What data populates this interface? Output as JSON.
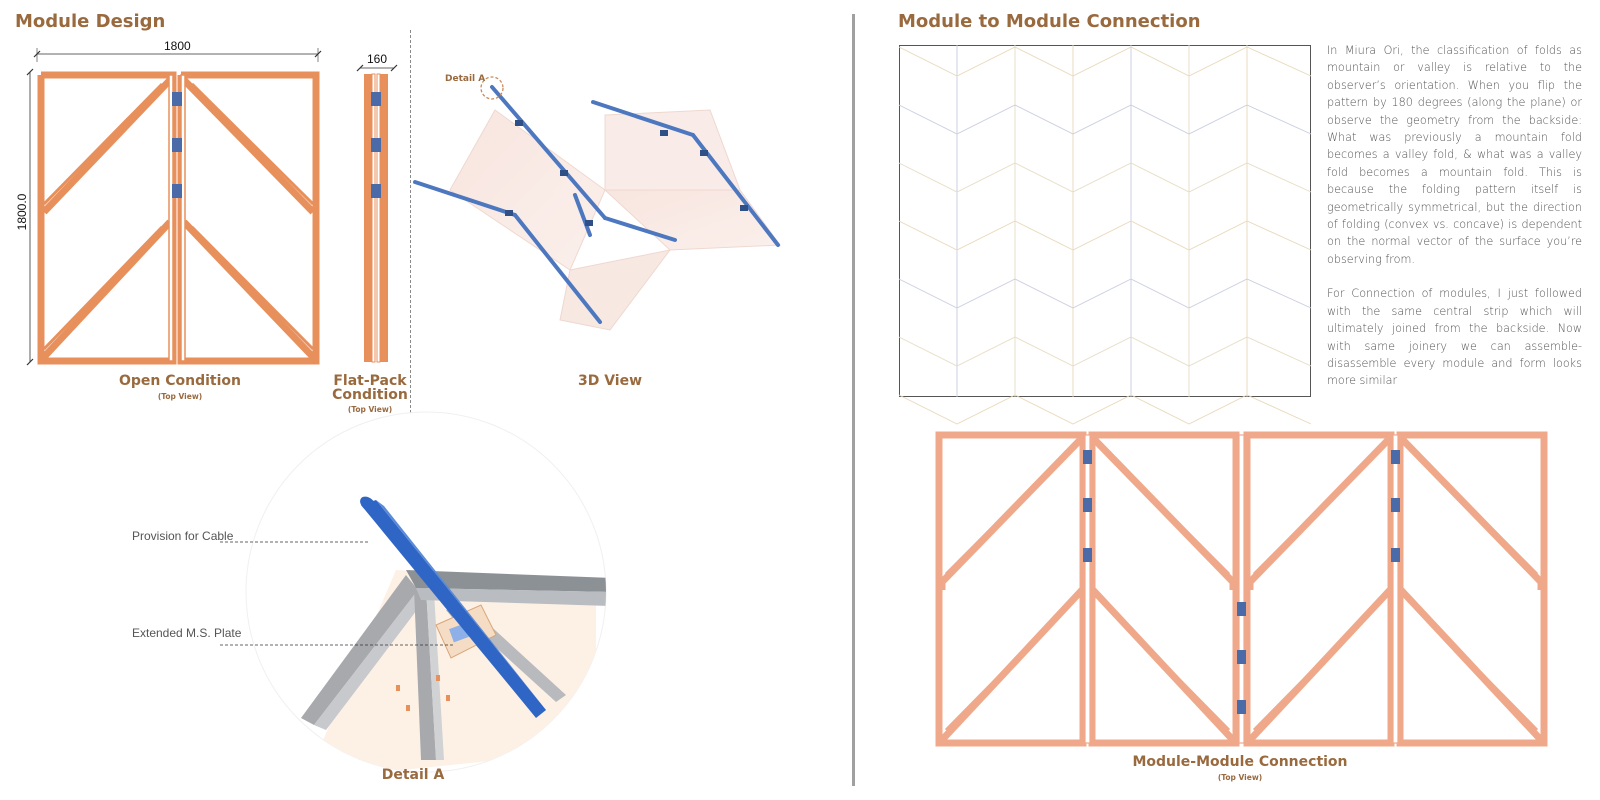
{
  "left_section": {
    "title": "Module Design",
    "dimensions": {
      "width": "1800",
      "height": "1800.0",
      "flatpack_width": "160"
    },
    "open_condition": {
      "caption": "Open Condition",
      "sub": "(Top View)"
    },
    "flatpack": {
      "caption_line1": "Flat-Pack",
      "caption_line2": "Condition",
      "sub": "(Top View)"
    },
    "view3d": {
      "caption": "3D View",
      "detail_marker": "Detail A"
    },
    "detail": {
      "caption": "Detail A",
      "note_cable": "Provision for Cable",
      "note_plate": "Extended M.S. Plate"
    }
  },
  "right_section": {
    "title": "Module to Module Connection",
    "paragraph1": "In Miura Ori, the classification of folds as mountain or valley is relative to the observer’s orientation. When you flip the pattern by 180 degrees (along the plane) or observe the geometry from the backside: What was previously a mountain fold becomes a valley fold, & what was a valley fold becomes a mountain fold. This is because the folding pattern itself is geometrically symmetrical, but the direction of folding (convex vs. concave) is dependent on the normal vector of the surface you’re observing from.",
    "paragraph2": "For Connection of modules, I just followed with the same central strip which will ultimately joined from the backside. Now with same joinery we can assemble-disassemble every module and form looks more similar",
    "connection": {
      "caption": "Module-Module Connection",
      "sub": "(Top View)"
    }
  },
  "colors": {
    "title": "#9a6a3f",
    "frame_orange": "#e8905c",
    "frame_light_orange": "#efa98a",
    "hinge_blue": "#4a6aa8",
    "rod_blue": "#4d78c0",
    "divider": "#a0a0a0"
  }
}
